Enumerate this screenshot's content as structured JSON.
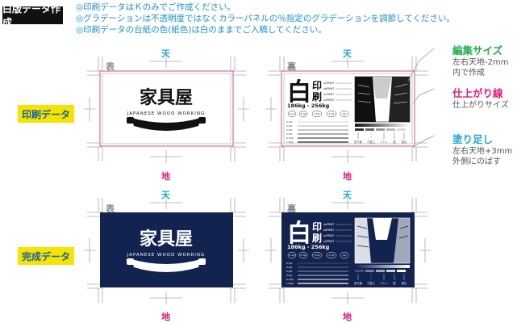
{
  "header": {
    "tag": "白版データ作成",
    "notes": [
      "◎印刷データはＫのみでご作成ください。",
      "◎グラデーションは不透明度ではなくカラーパネルの％指定のグラデーションを調節してください。",
      "◎印刷データの台紙の色(紙色)は白のままでご入稿してください。"
    ]
  },
  "rows": {
    "print_label": "印刷データ",
    "finished_label": "完成データ"
  },
  "directions": {
    "top": "天",
    "bottom": "地",
    "front": "表",
    "back": "裏"
  },
  "front_card": {
    "brand": "家具屋",
    "sub": "JAPANESE WOOD WORKING"
  },
  "back_card": {
    "big_char": "白",
    "kanji_2": "印",
    "kanji_3": "刷",
    "weights": "186kg - 256kg",
    "rows": [
      "aaPRINT",
      "abPRINT",
      "acPRINT",
      "adPRINT"
    ],
    "circles": [
      "0.1pt",
      "0.3pt",
      "0.5pt",
      "0.7pt",
      "1pt"
    ],
    "lines": [
      "0.1pt",
      "0.2pt",
      "0.3pt",
      "0.5pt",
      "0.75pt",
      "1.00pt"
    ],
    "bottom_labels": [
      "折り線",
      "穴抜工",
      "ミシン",
      "型",
      "角丸"
    ]
  },
  "callouts": [
    {
      "title": "編集サイズ",
      "desc1": "左右天地-2mm",
      "desc2": "内で作成",
      "color": "#1fae4b"
    },
    {
      "title": "仕上がり線",
      "desc1": "仕上がりサイズ",
      "desc2": "",
      "color": "#e0197d"
    },
    {
      "title": "塗り足し",
      "desc1": "左右天地+3mm",
      "desc2": "外側にのばす",
      "color": "#1ea6d8"
    }
  ],
  "colors": {
    "navy": "#13234f",
    "yellow": "#f6e300",
    "cyan": "#1ea6d8",
    "magenta": "#e0197d",
    "green": "#1fae4b"
  }
}
